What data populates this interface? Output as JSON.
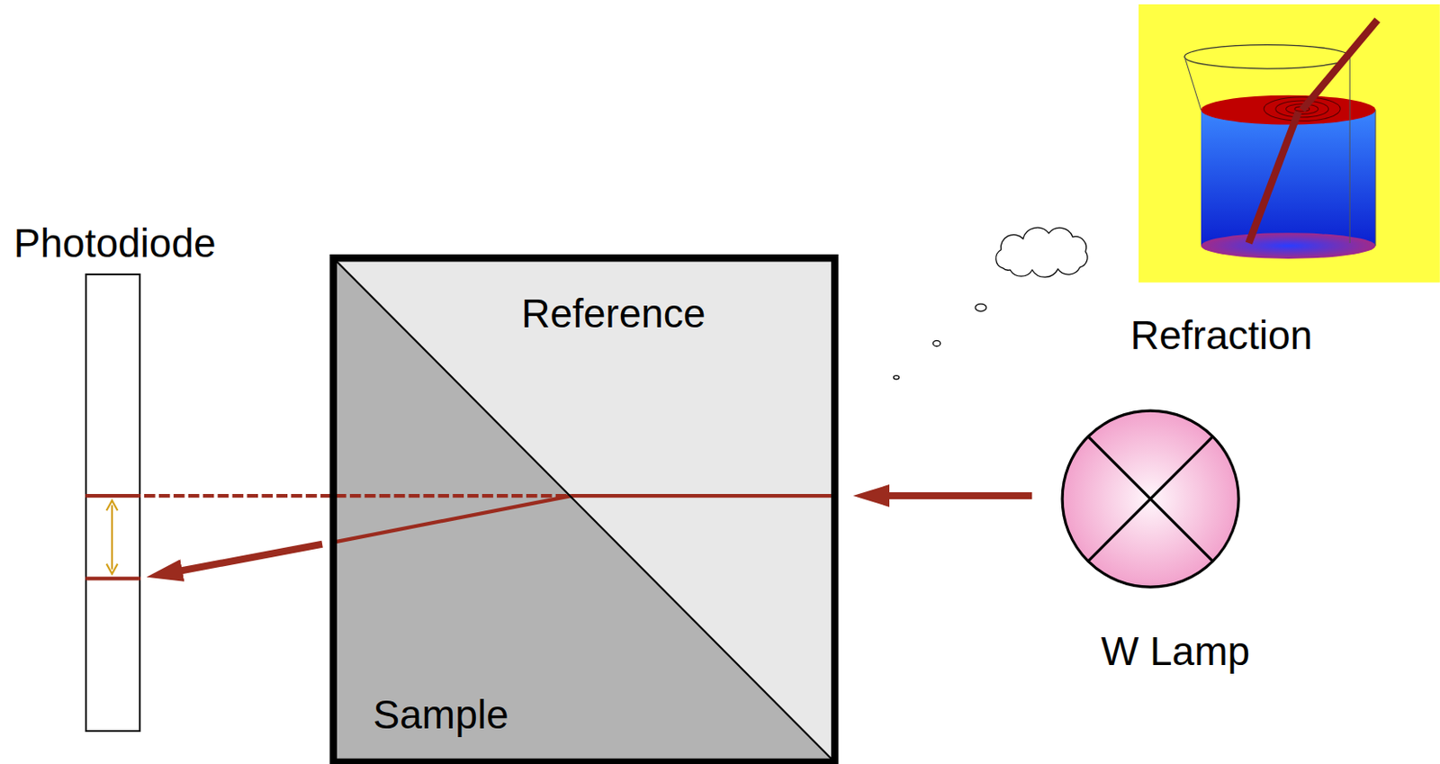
{
  "diagram": {
    "nodes": [
      {
        "text": [
          "Photodiode"
        ]
      },
      {
        "text": [
          "Reference"
        ]
      },
      {
        "text": [
          "Sample"
        ]
      },
      {
        "text": [
          "Refraction"
        ]
      },
      {
        "text": [
          "W Lamp"
        ]
      }
    ],
    "edges": [
      {
        "from": 4,
        "to": 1,
        "arrow": "to"
      },
      {
        "from": 2,
        "to": 0,
        "arrow": "to"
      }
    ]
  }
}
